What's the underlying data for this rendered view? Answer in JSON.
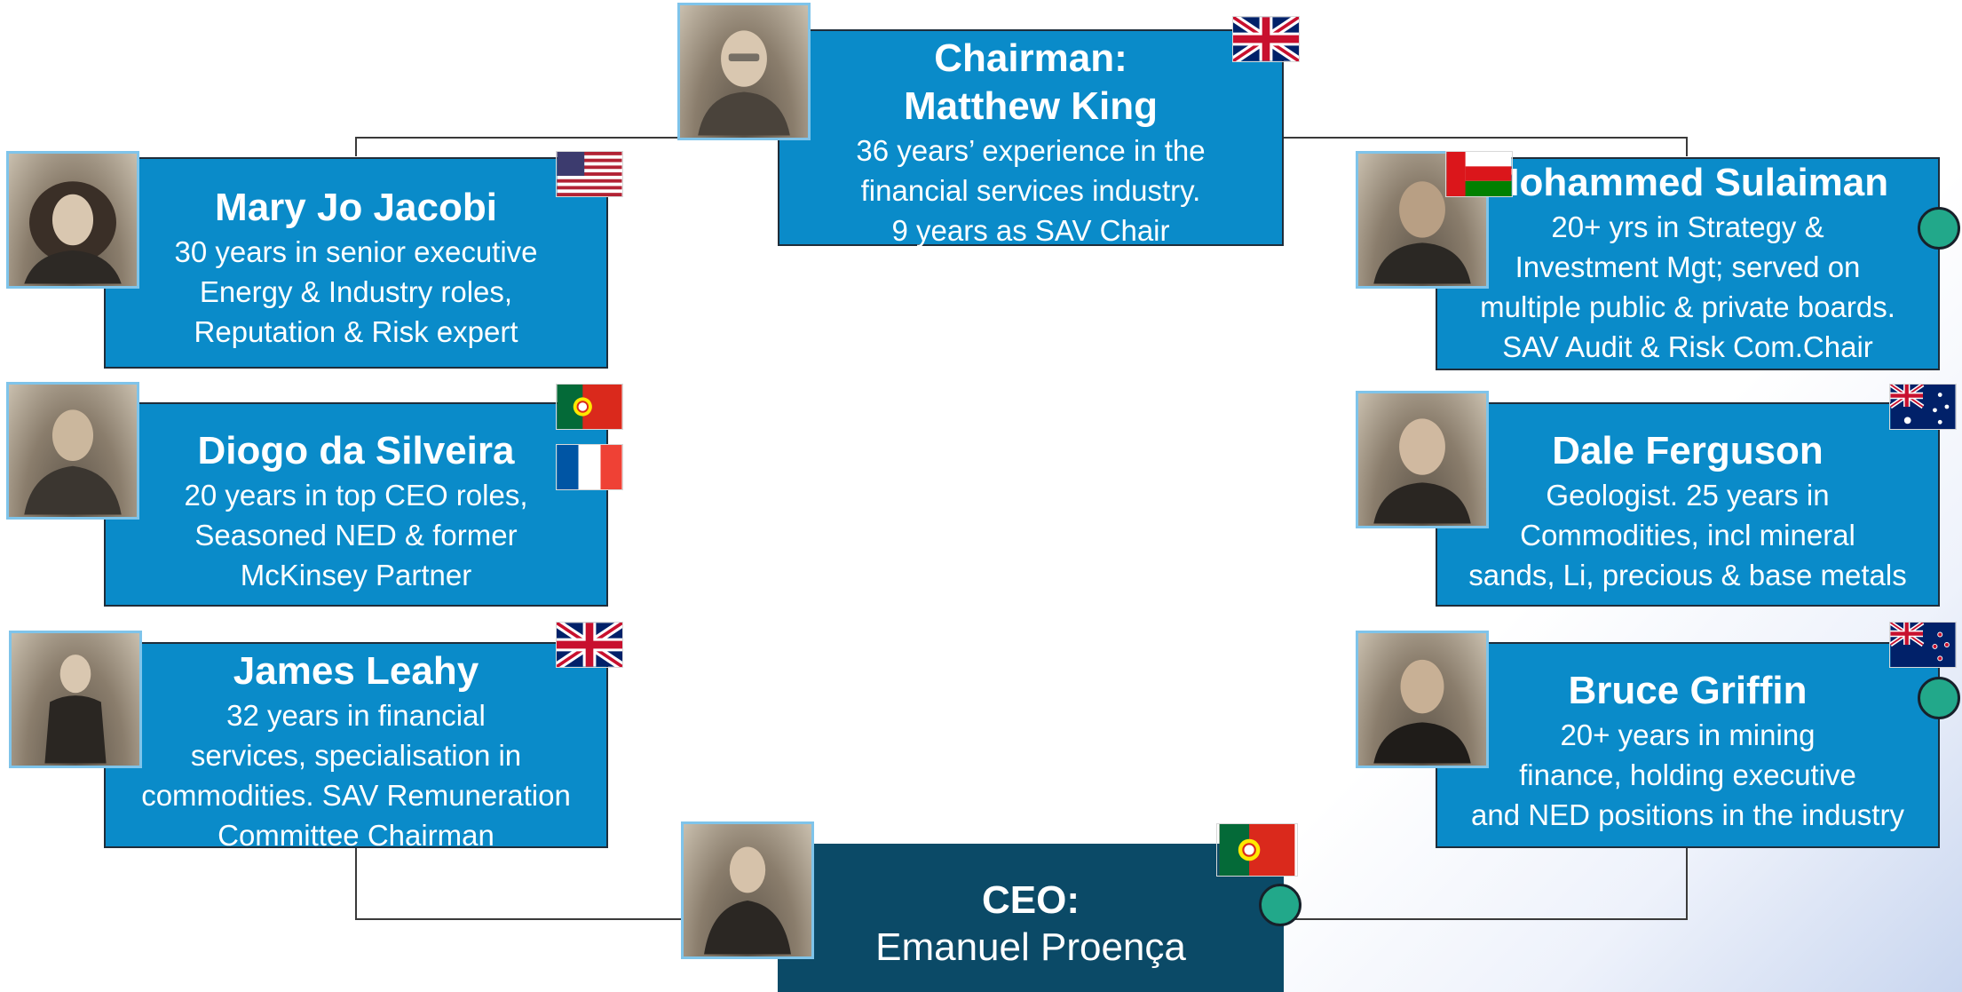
{
  "chairman": {
    "name_line1": "Chairman:",
    "name_line2": "Matthew King",
    "desc": [
      "36 years’ experience in the",
      "financial services industry.",
      "9 years as SAV Chair"
    ],
    "flag": "uk-flag-icon"
  },
  "left_members": [
    {
      "name": "Mary Jo Jacobi",
      "desc": [
        "30 years in senior executive",
        "Energy & Industry roles,",
        "Reputation & Risk expert"
      ],
      "flags": [
        "us-flag-icon"
      ]
    },
    {
      "name": "Diogo da Silveira",
      "desc": [
        "20 years in top CEO roles,",
        "Seasoned NED & former",
        "McKinsey Partner"
      ],
      "flags": [
        "portugal-flag-icon",
        "france-flag-icon"
      ]
    },
    {
      "name": "James Leahy",
      "desc": [
        "32 years in financial",
        "services, specialisation in",
        "commodities. SAV Remuneration",
        "Committee Chairman"
      ],
      "flags": [
        "uk-flag-icon"
      ]
    }
  ],
  "right_members": [
    {
      "name": "Mohammed Sulaiman",
      "desc": [
        "20+ yrs in Strategy &",
        "Investment Mgt; served on",
        "multiple public & private boards.",
        "SAV Audit & Risk Com.Chair"
      ],
      "flags": [
        "oman-flag-icon"
      ]
    },
    {
      "name": "Dale Ferguson",
      "desc": [
        "Geologist. 25 years in",
        "Commodities, incl mineral",
        "sands, Li, precious & base metals"
      ],
      "flags": [
        "australia-flag-icon"
      ]
    },
    {
      "name": "Bruce Griffin",
      "desc": [
        "20+ years in mining",
        "finance, holding executive",
        "and NED positions in the industry"
      ],
      "flags": [
        "new-zealand-flag-icon"
      ]
    }
  ],
  "ceo": {
    "title": "CEO:",
    "name": "Emanuel Proença",
    "flag": "portugal-flag-icon"
  },
  "colors": {
    "card": "#0a8bc9",
    "ceo_card": "#0b4a67",
    "dot": "#22a88a"
  }
}
